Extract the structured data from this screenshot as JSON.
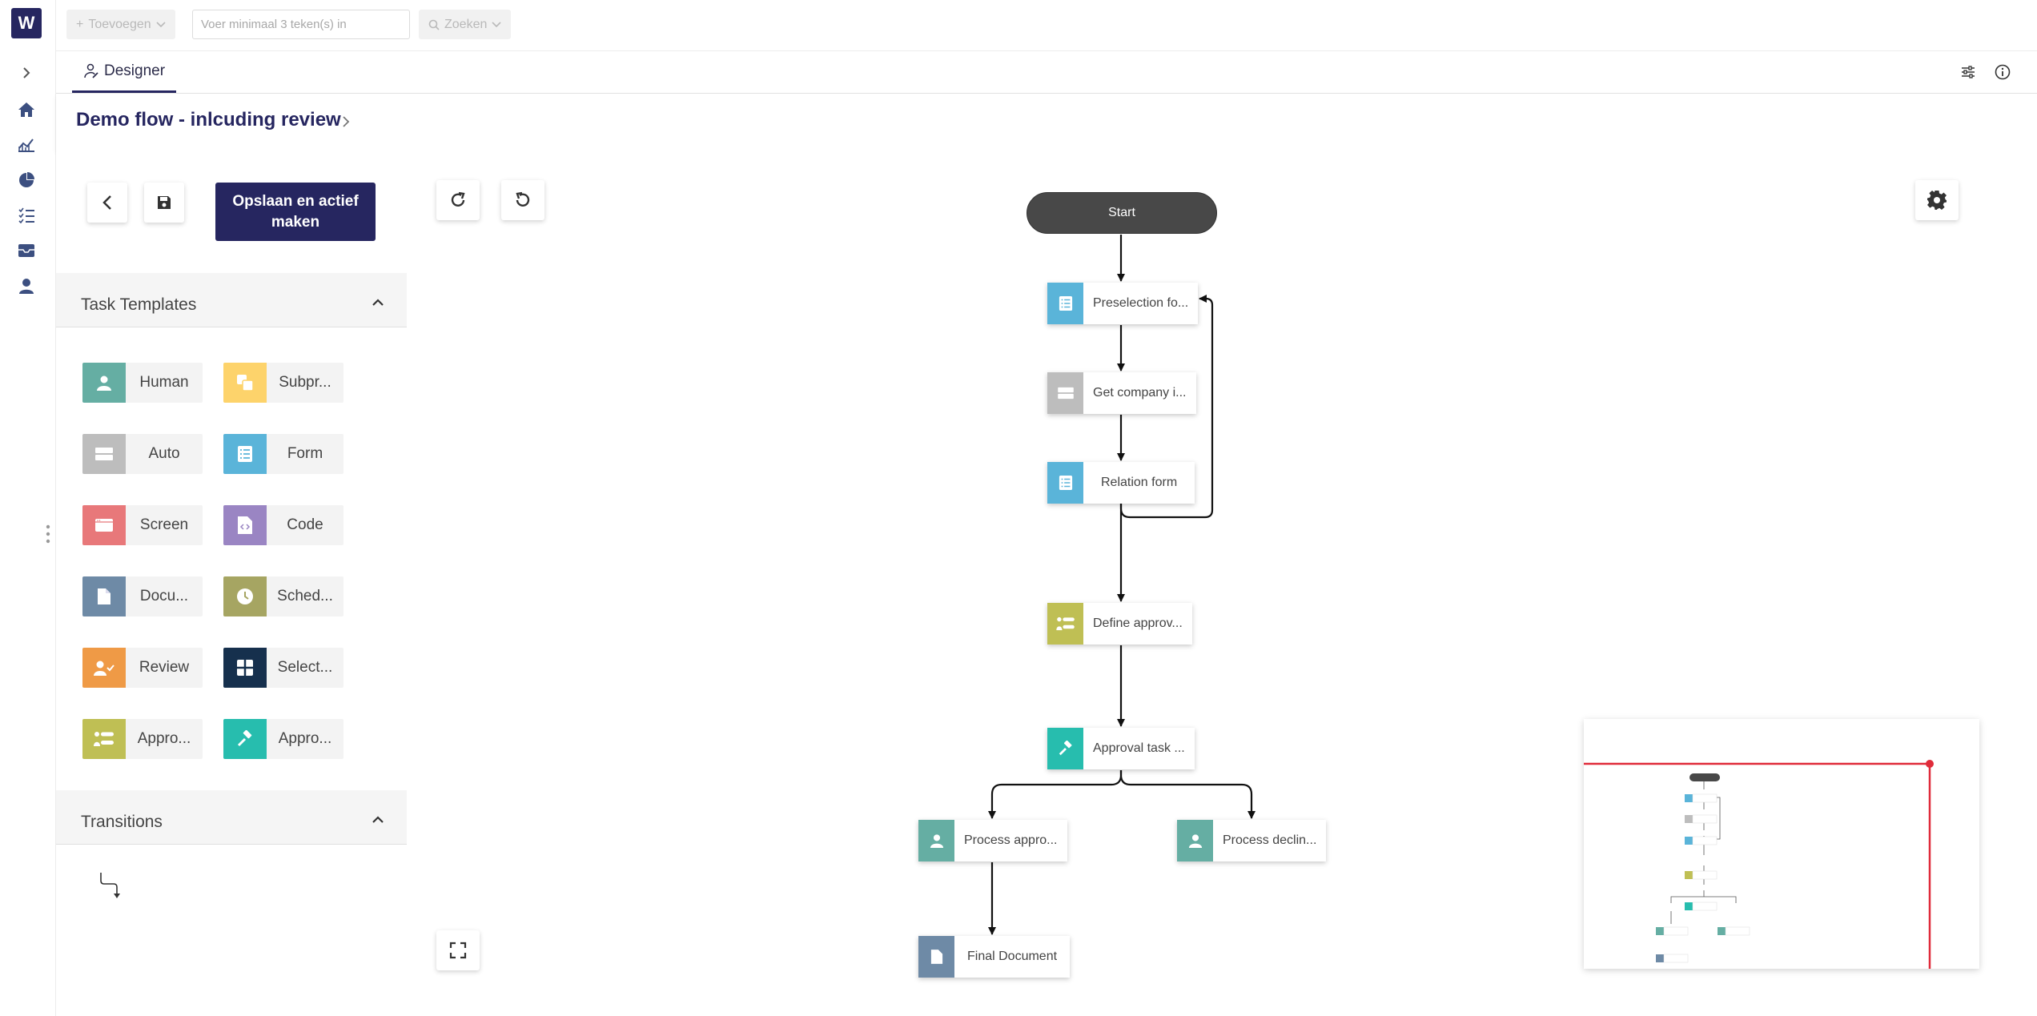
{
  "rail": {
    "logo": "W",
    "items": [
      "expand-icon",
      "home-icon",
      "chart-icon",
      "pie-chart-icon",
      "task-list-icon",
      "inbox-icon",
      "user-icon"
    ]
  },
  "topbar": {
    "add_label": "Toevoegen",
    "search_placeholder": "Voer minimaal 3 teken(s) in",
    "search_label": "Zoeken"
  },
  "tabs": [
    {
      "label": "Designer"
    }
  ],
  "page": {
    "title": "Demo flow - inlcuding review"
  },
  "toolbar": {
    "activate_label_line1": "Opslaan en actief",
    "activate_label_line2": "maken"
  },
  "task_templates": {
    "title": "Task Templates",
    "items": [
      {
        "label": "Human",
        "icon": "person-icon",
        "color": "#65aea3"
      },
      {
        "label": "Subpr...",
        "icon": "subprocess-icon",
        "color": "#fdd36b"
      },
      {
        "label": "Auto",
        "icon": "server-icon",
        "color": "#bdbdbd"
      },
      {
        "label": "Form",
        "icon": "form-icon",
        "color": "#5ab4d9"
      },
      {
        "label": "Screen",
        "icon": "screen-icon",
        "color": "#e8787a"
      },
      {
        "label": "Code",
        "icon": "code-icon",
        "color": "#9a85c3"
      },
      {
        "label": "Docu...",
        "icon": "document-icon",
        "color": "#6e8aa6"
      },
      {
        "label": "Sched...",
        "icon": "clock-icon",
        "color": "#a6a562"
      },
      {
        "label": "Review",
        "icon": "person-check-icon",
        "color": "#ef9a46"
      },
      {
        "label": "Select...",
        "icon": "grid-icon",
        "color": "#16304d"
      },
      {
        "label": "Appro...",
        "icon": "approval-list-icon",
        "color": "#bfbf54"
      },
      {
        "label": "Appro...",
        "icon": "gavel-icon",
        "color": "#27bdae"
      }
    ]
  },
  "transitions": {
    "title": "Transitions"
  },
  "flow": {
    "start_label": "Start",
    "nodes": [
      {
        "label": "Preselection fo...",
        "icon": "form-icon",
        "color": "#5ab4d9"
      },
      {
        "label": "Get company i...",
        "icon": "server-icon",
        "color": "#bdbdbd"
      },
      {
        "label": "Relation form",
        "icon": "form-icon",
        "color": "#5ab4d9"
      },
      {
        "label": "Define approv...",
        "icon": "approval-list-icon",
        "color": "#bfbf54"
      },
      {
        "label": "Approval task ...",
        "icon": "gavel-icon",
        "color": "#27bdae"
      },
      {
        "label": "Process appro...",
        "icon": "person-icon",
        "color": "#65aea3"
      },
      {
        "label": "Process declin...",
        "icon": "person-icon",
        "color": "#65aea3"
      },
      {
        "label": "Final Document",
        "icon": "document-icon",
        "color": "#6e8aa6"
      }
    ]
  },
  "colors": {
    "brand": "#262660",
    "minimap_viewport": "#e02b3a"
  }
}
